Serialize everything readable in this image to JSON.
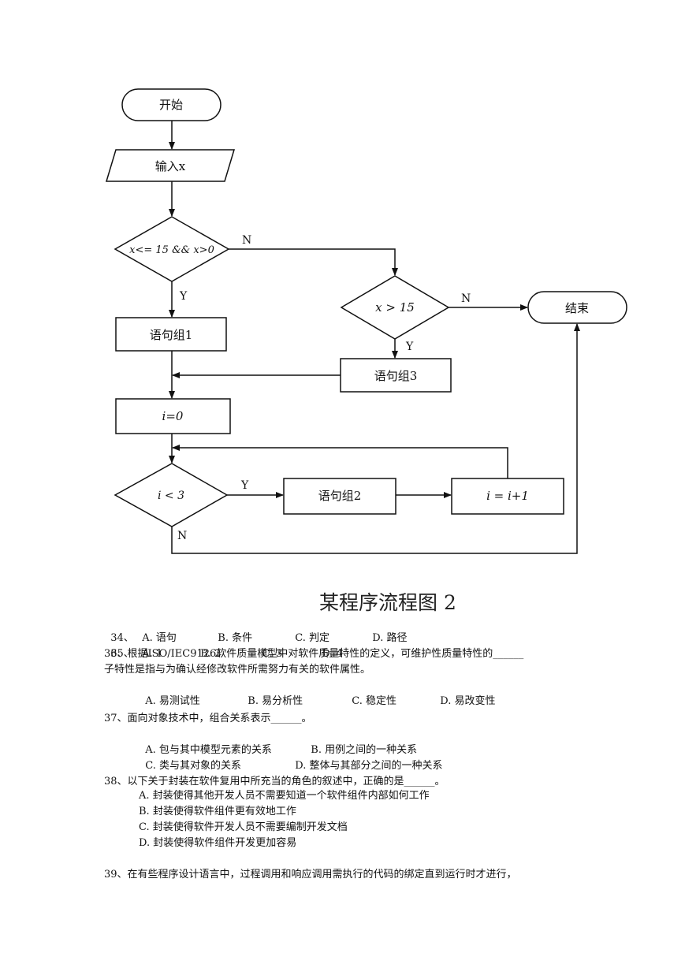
{
  "flowchart": {
    "start": "开始",
    "input": "输入x",
    "cond1": "x<= 15 && x>0",
    "cond2": "x > 15",
    "end": "结束",
    "group1": "语句组1",
    "group3": "语句组3",
    "i_init": "i=0",
    "cond3": "i < 3",
    "group2": "语句组2",
    "i_inc": "i = i+1",
    "label_N": "N",
    "label_Y": "Y",
    "caption": "某程序流程图 2"
  },
  "questions": {
    "q34": {
      "num": "34、",
      "a": "A. 语句",
      "b": "B. 条件",
      "c": "C. 判定",
      "d": "D. 路径"
    },
    "q35": {
      "num": "35、",
      "a": "A. 1",
      "b": "B. 2",
      "c": "C. 3",
      "d": "D. 4"
    },
    "q36": {
      "line1": "36、根据ISO/IEC9126软件质量模型中对软件质量特性的定义，可维护性质量特性的______",
      "line2": "子特性是指与为确认经修改软件所需努力有关的软件属性。",
      "a": "A. 易测试性",
      "b": "B. 易分析性",
      "c": "C. 稳定性",
      "d": "D. 易改变性"
    },
    "q37": {
      "stem": "37、面向对象技术中，组合关系表示______。",
      "a": "A. 包与其中模型元素的关系",
      "b": "B. 用例之间的一种关系",
      "c": "C. 类与其对象的关系",
      "d": "D. 整体与其部分之间的一种关系"
    },
    "q38": {
      "stem": "38、以下关于封装在软件复用中所充当的角色的叙述中，正确的是______。",
      "a": "A. 封装使得其他开发人员不需要知道一个软件组件内部如何工作",
      "b": "B. 封装使得软件组件更有效地工作",
      "c": "C. 封装使得软件开发人员不需要编制开发文档",
      "d": "D. 封装使得软件组件开发更加容易"
    },
    "q39": {
      "stem": "39、在有些程序设计语言中，过程调用和响应调用需执行的代码的绑定直到运行时才进行，"
    }
  }
}
